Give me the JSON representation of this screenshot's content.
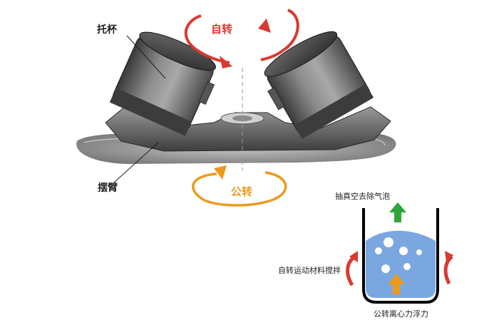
{
  "labels": {
    "cup_holder": "托杯",
    "swing_arm": "摆臂",
    "rotation": "自转",
    "revolution": "公转",
    "vacuum": "抽真空去除气泡",
    "stirring": "自转运动材料搅拌",
    "buoyancy": "公转离心力浮力"
  },
  "colors": {
    "rotation_arrow": "#d93a32",
    "revolution_arrow": "#eb9a1e",
    "vacuum_arrow": "#2fa53a",
    "liquid": "#7aa7e0",
    "container_stroke": "#000000"
  }
}
